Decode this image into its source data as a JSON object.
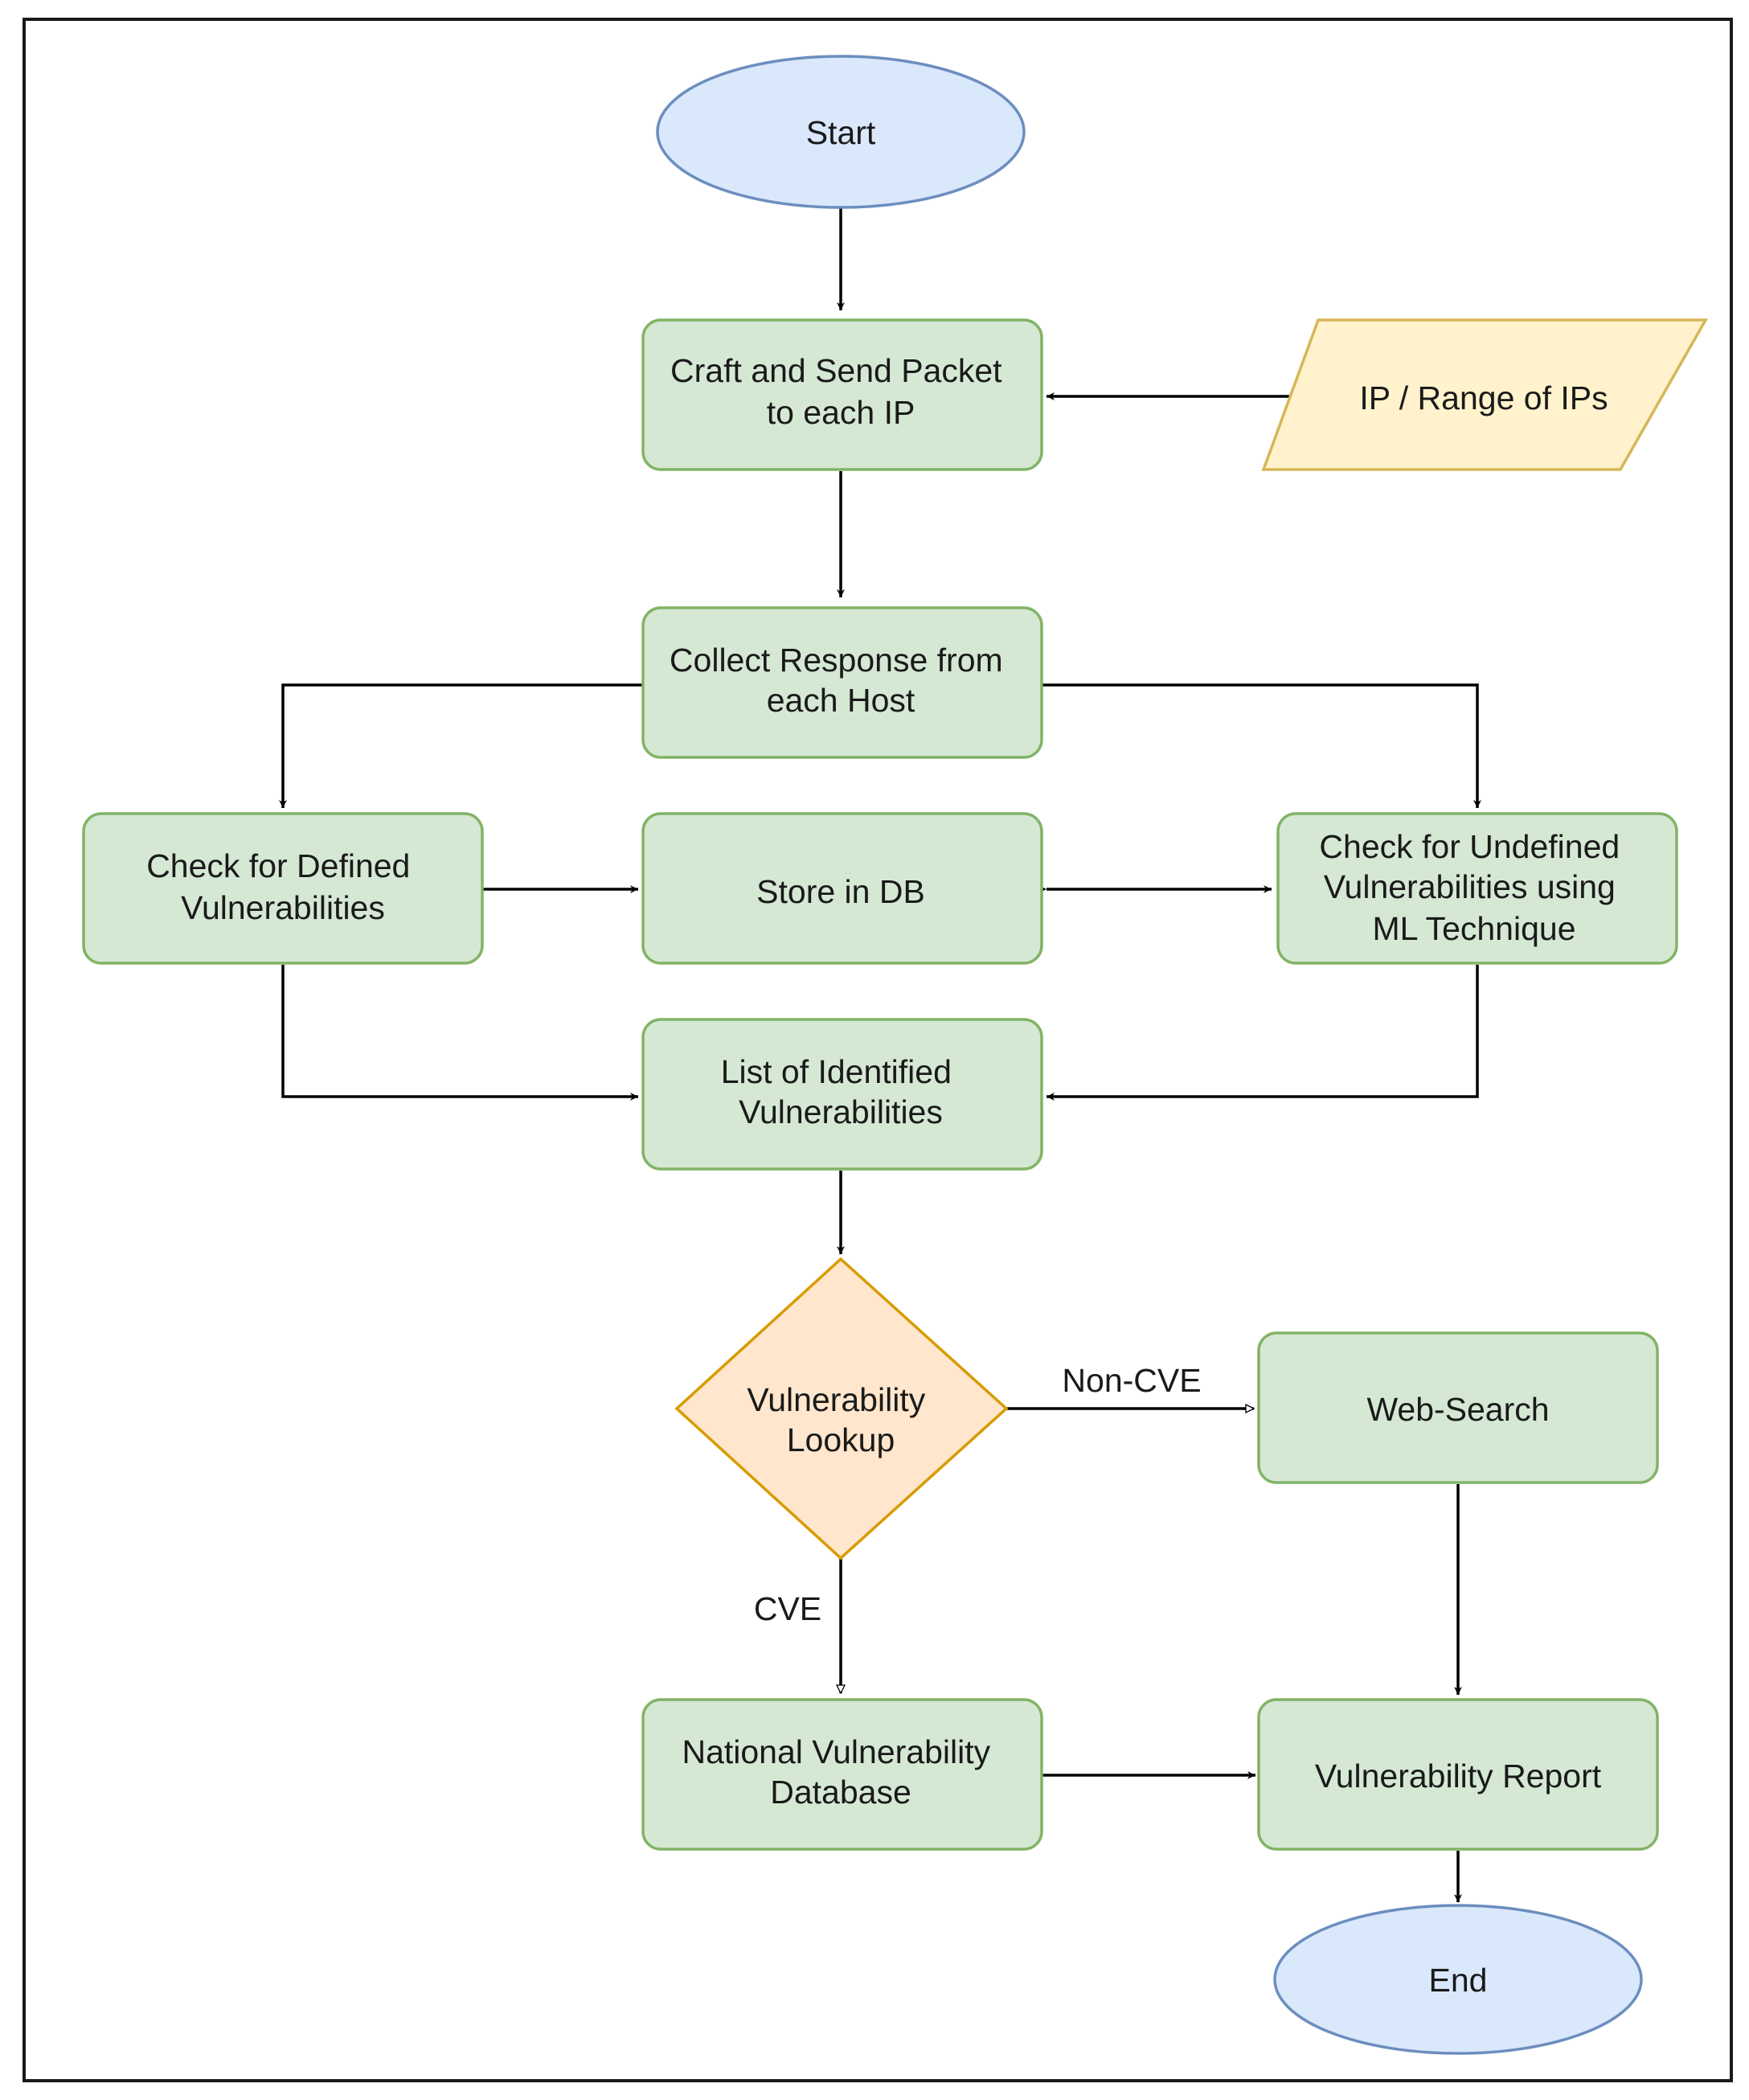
{
  "nodes": {
    "start": {
      "label": "Start"
    },
    "craft": {
      "lines": [
        "Craft and Send Packet",
        "to each IP"
      ]
    },
    "ip_input": {
      "label": "IP / Range of IPs"
    },
    "collect": {
      "lines": [
        "Collect Response from",
        "each Host"
      ]
    },
    "defined": {
      "lines": [
        "Check for Defined",
        "Vulnerabilities"
      ]
    },
    "store": {
      "label": "Store in DB"
    },
    "undefined": {
      "lines": [
        "Check for Undefined",
        "Vulnerabilities using",
        "ML Technique"
      ]
    },
    "list": {
      "lines": [
        "List of Identified",
        "Vulnerabilities"
      ]
    },
    "lookup": {
      "lines": [
        "Vulnerability",
        "Lookup"
      ]
    },
    "websearch": {
      "label": "Web-Search"
    },
    "nvd": {
      "lines": [
        "National Vulnerability",
        "Database"
      ]
    },
    "report": {
      "label": "Vulnerability Report"
    },
    "end": {
      "label": "End"
    }
  },
  "edges": {
    "non_cve": "Non-CVE",
    "cve": "CVE"
  },
  "colors": {
    "process_fill": "#d5e8d4",
    "process_stroke": "#82b366",
    "terminal_fill": "#dae8fc",
    "terminal_stroke": "#6c8ebf",
    "input_fill": "#fff2cc",
    "input_stroke": "#d6b656",
    "decision_fill": "#ffe6cc",
    "decision_stroke": "#d79b00",
    "edge": "#000000",
    "frame": "#1a1a1a"
  }
}
